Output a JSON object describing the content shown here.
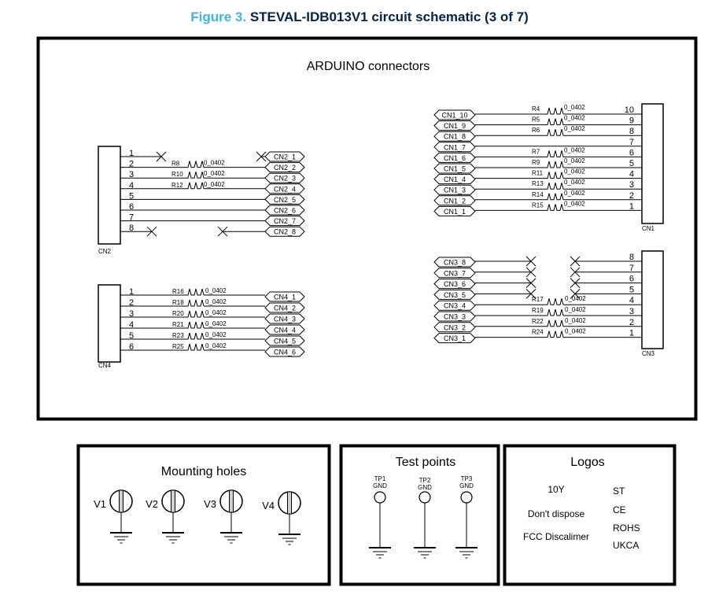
{
  "figure": {
    "number_label": "Figure 3.",
    "caption": "STEVAL-IDB013V1 circuit schematic (3 of 7)",
    "colors": {
      "figure_number": "#3cb4e5",
      "caption": "#03234b"
    }
  },
  "main_panel": {
    "title": "ARDUINO connectors",
    "cn2": {
      "ref": "CN2",
      "pins": [
        {
          "pin": "1",
          "resistor": "",
          "value": "",
          "net": "CN2_1",
          "nc": "both"
        },
        {
          "pin": "2",
          "resistor": "R8",
          "value": "0_0402",
          "net": "CN2_2",
          "nc": ""
        },
        {
          "pin": "3",
          "resistor": "R10",
          "value": "0_0402",
          "net": "CN2_3",
          "nc": ""
        },
        {
          "pin": "4",
          "resistor": "R12",
          "value": "0_0402",
          "net": "CN2_4",
          "nc": ""
        },
        {
          "pin": "5",
          "resistor": "",
          "value": "",
          "net": "CN2_5",
          "nc": ""
        },
        {
          "pin": "6",
          "resistor": "",
          "value": "",
          "net": "CN2_6",
          "nc": ""
        },
        {
          "pin": "7",
          "resistor": "",
          "value": "",
          "net": "CN2_7",
          "nc": ""
        },
        {
          "pin": "8",
          "resistor": "",
          "value": "",
          "net": "CN2_8",
          "nc": "split"
        }
      ]
    },
    "cn4": {
      "ref": "CN4",
      "pins": [
        {
          "pin": "1",
          "resistor": "R16",
          "value": "0_0402",
          "net": "CN4_1"
        },
        {
          "pin": "2",
          "resistor": "R18",
          "value": "0_0402",
          "net": "CN4_2"
        },
        {
          "pin": "3",
          "resistor": "R20",
          "value": "0_0402",
          "net": "CN4_3"
        },
        {
          "pin": "4",
          "resistor": "R21",
          "value": "0_0402",
          "net": "CN4_4"
        },
        {
          "pin": "5",
          "resistor": "R23",
          "value": "0_0402",
          "net": "CN4_5"
        },
        {
          "pin": "6",
          "resistor": "R25",
          "value": "0_0402",
          "net": "CN4_6"
        }
      ]
    },
    "cn1": {
      "ref": "CN1",
      "pins": [
        {
          "pin": "10",
          "resistor": "R4",
          "value": "0_0402",
          "net": "CN1_10"
        },
        {
          "pin": "9",
          "resistor": "R5",
          "value": "0_0402",
          "net": "CN1_9"
        },
        {
          "pin": "8",
          "resistor": "R6",
          "value": "0_0402",
          "net": "CN1_8"
        },
        {
          "pin": "7",
          "resistor": "",
          "value": "",
          "net": "CN1_7"
        },
        {
          "pin": "6",
          "resistor": "R7",
          "value": "0_0402",
          "net": "CN1_6"
        },
        {
          "pin": "5",
          "resistor": "R9",
          "value": "0_0402",
          "net": "CN1_5"
        },
        {
          "pin": "4",
          "resistor": "R11",
          "value": "0_0402",
          "net": "CN1_4"
        },
        {
          "pin": "3",
          "resistor": "R13",
          "value": "0_0402",
          "net": "CN1_3"
        },
        {
          "pin": "2",
          "resistor": "R14",
          "value": "0_0402",
          "net": "CN1_2"
        },
        {
          "pin": "1",
          "resistor": "R15",
          "value": "0_0402",
          "net": "CN1_1"
        }
      ]
    },
    "cn3": {
      "ref": "CN3",
      "pins": [
        {
          "pin": "8",
          "resistor": "",
          "value": "",
          "net": "CN3_8",
          "nc": true
        },
        {
          "pin": "7",
          "resistor": "",
          "value": "",
          "net": "CN3_7",
          "nc": true
        },
        {
          "pin": "6",
          "resistor": "",
          "value": "",
          "net": "CN3_6",
          "nc": true
        },
        {
          "pin": "5",
          "resistor": "",
          "value": "",
          "net": "CN3_5",
          "nc": true
        },
        {
          "pin": "4",
          "resistor": "R17",
          "value": "0_0402",
          "net": "CN3_4",
          "nc": false
        },
        {
          "pin": "3",
          "resistor": "R19",
          "value": "0_0402",
          "net": "CN3_3",
          "nc": false
        },
        {
          "pin": "2",
          "resistor": "R22",
          "value": "0_0402",
          "net": "CN3_2",
          "nc": false
        },
        {
          "pin": "1",
          "resistor": "R24",
          "value": "0_0402",
          "net": "CN3_1",
          "nc": false
        }
      ]
    }
  },
  "mounting_holes": {
    "title": "Mounting holes",
    "items": [
      "V1",
      "V2",
      "V3",
      "V4"
    ]
  },
  "test_points": {
    "title": "Test points",
    "items": [
      {
        "ref": "TP1",
        "net": "GND"
      },
      {
        "ref": "TP2",
        "net": "GND"
      },
      {
        "ref": "TP3",
        "net": "GND"
      }
    ]
  },
  "logos": {
    "title": "Logos",
    "left": [
      "10Y",
      "Don't dispose",
      "FCC Discalimer"
    ],
    "right": [
      "ST",
      "CE",
      "ROHS",
      "UKCA"
    ]
  }
}
